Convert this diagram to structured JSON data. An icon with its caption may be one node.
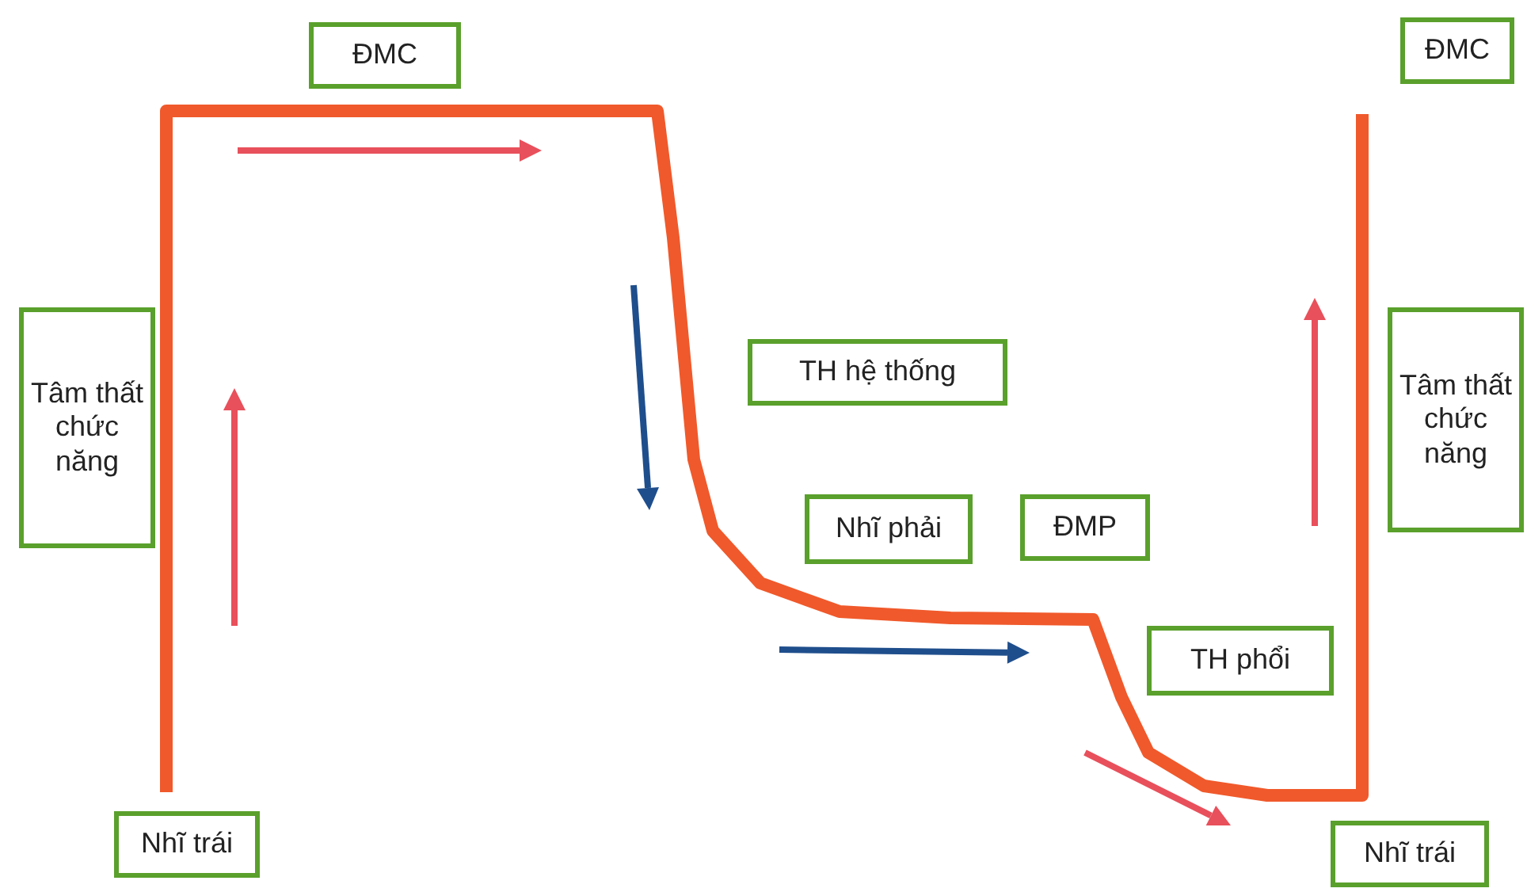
{
  "diagram": {
    "nodes": [
      {
        "text": [
          "ĐMC"
        ]
      },
      {
        "text": [
          "ĐMC"
        ]
      },
      {
        "text": [
          "Tâm thất chức năng"
        ]
      },
      {
        "text": [
          "TH hệ thống"
        ]
      },
      {
        "text": [
          "Tâm thất chức năng"
        ]
      },
      {
        "text": [
          "Nhĩ phải"
        ]
      },
      {
        "text": [
          "ĐMP"
        ]
      },
      {
        "text": [
          "TH phổi"
        ]
      },
      {
        "text": [
          "Nhĩ trái"
        ]
      },
      {
        "text": [
          "Nhĩ trái"
        ]
      }
    ]
  }
}
